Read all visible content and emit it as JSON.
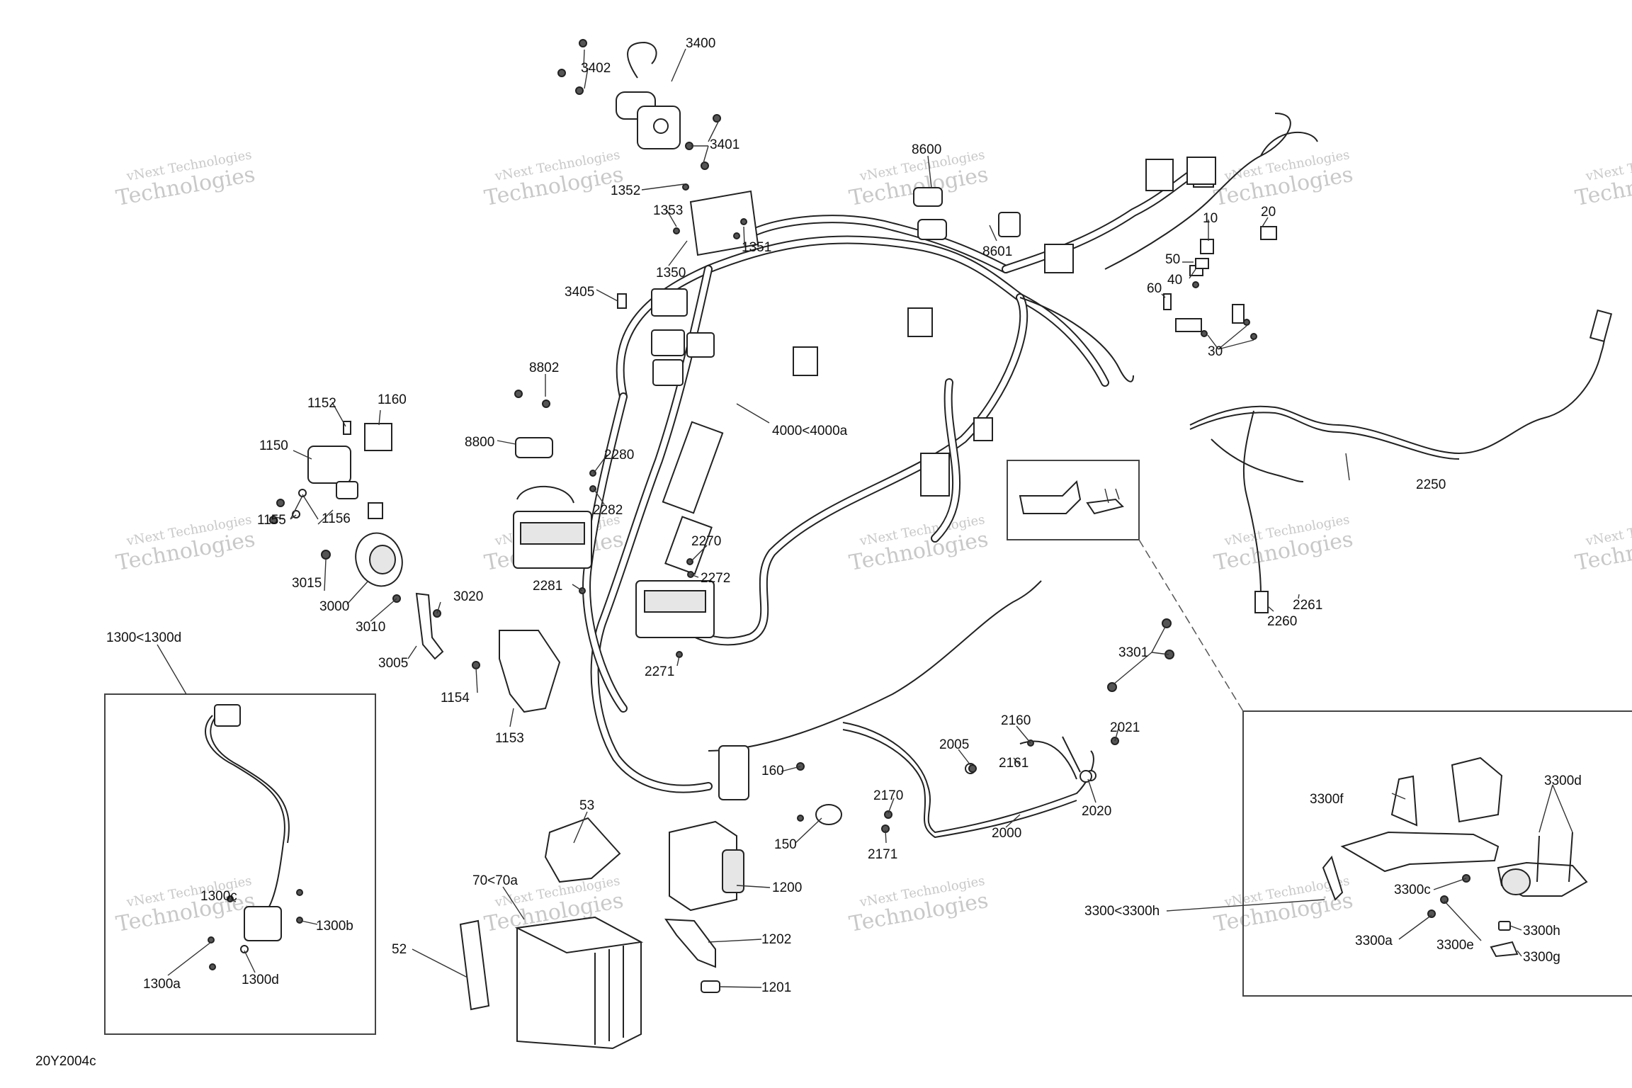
{
  "watermark": {
    "line1": "vNext Technologies",
    "line2": "Technologies"
  },
  "document_code": "20Y2004c",
  "callouts": {
    "c3400": "3400",
    "c3402": "3402",
    "c3401": "3401",
    "c3405": "3405",
    "c1352": "1352",
    "c1353": "1353",
    "c1351": "1351",
    "c1350": "1350",
    "c8600": "8600",
    "c8601": "8601",
    "c10": "10",
    "c20": "20",
    "c50": "50",
    "c40": "40",
    "c60": "60",
    "c30": "30",
    "c8802": "8802",
    "c8800": "8800",
    "c1152": "1152",
    "c1160": "1160",
    "c1150": "1150",
    "c1155": "1155",
    "c1156": "1156",
    "c2280": "2280",
    "c2282": "2282",
    "c4000": "4000<4000a",
    "c2270": "2270",
    "c2272": "2272",
    "c2281": "2281",
    "c2271": "2271",
    "c3015": "3015",
    "c3000": "3000",
    "c3020": "3020",
    "c3010": "3010",
    "c3005": "3005",
    "c1154": "1154",
    "c1153": "1153",
    "c2250": "2250",
    "c2261": "2261",
    "c2260": "2260",
    "c3301": "3301",
    "c1300": "1300<1300d",
    "c1300c": "1300c",
    "c1300b": "1300b",
    "c1300a": "1300a",
    "c1300d": "1300d",
    "c160": "160",
    "c150": "150",
    "c2160": "2160",
    "c2161": "2161",
    "c2005": "2005",
    "c2021": "2021",
    "c2170": "2170",
    "c2020": "2020",
    "c2000": "2000",
    "c2171": "2171",
    "c53": "53",
    "c70": "70<70a",
    "c52": "52",
    "c1200": "1200",
    "c1202": "1202",
    "c1201": "1201",
    "c3300f": "3300f",
    "c3300d": "3300d",
    "c3300c": "3300c",
    "c3300": "3300<3300h",
    "c3300h": "3300h",
    "c3300a": "3300a",
    "c3300e": "3300e",
    "c3300g": "3300g"
  },
  "colors": {
    "line": "#222222",
    "watermark": "#c8c8c8",
    "background": "#ffffff"
  }
}
